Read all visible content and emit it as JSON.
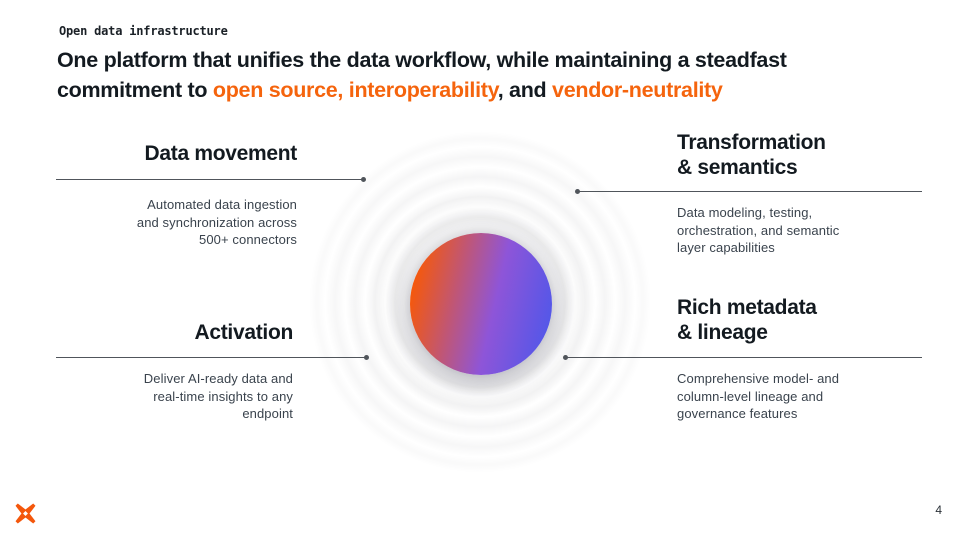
{
  "slide": {
    "eyebrow": "Open data infrastructure",
    "page_number": "4",
    "headline": {
      "line1": "One platform that unifies the data workflow, while maintaining a steadfast",
      "line2_parts": [
        {
          "text": "commitment to ",
          "accent": false
        },
        {
          "text": "open source,",
          "accent": true
        },
        {
          "text": " ",
          "accent": false
        },
        {
          "text": "interoperability",
          "accent": true
        },
        {
          "text": ", and ",
          "accent": false
        },
        {
          "text": "vendor-neutrality",
          "accent": true
        }
      ]
    }
  },
  "sections": {
    "top_left": {
      "title_lines": [
        "Data movement"
      ],
      "body_lines": [
        "Automated data ingestion",
        "and synchronization across",
        "500+ connectors"
      ]
    },
    "top_right": {
      "title_lines": [
        "Transformation",
        "& semantics"
      ],
      "body_lines": [
        "Data modeling, testing,",
        "orchestration, and semantic",
        "layer capabilities"
      ]
    },
    "bottom_left": {
      "title_lines": [
        "Activation"
      ],
      "body_lines": [
        "Deliver AI-ready data and",
        "real-time insights to any",
        "endpoint"
      ]
    },
    "bottom_right": {
      "title_lines": [
        "Rich metadata",
        "& lineage"
      ],
      "body_lines": [
        "Comprehensive model- and",
        "column-level lineage and",
        "governance features"
      ]
    }
  },
  "graphic": {
    "sphere_gradient": [
      "#F6580A",
      "#8E55D8",
      "#5157E9"
    ],
    "ring_count": 5
  },
  "colors": {
    "accent_orange": "#F5640D",
    "ink": "#131A20",
    "body_text": "#3A434D",
    "connector_line": "#50555B",
    "logo_orange": "#F4570C"
  }
}
